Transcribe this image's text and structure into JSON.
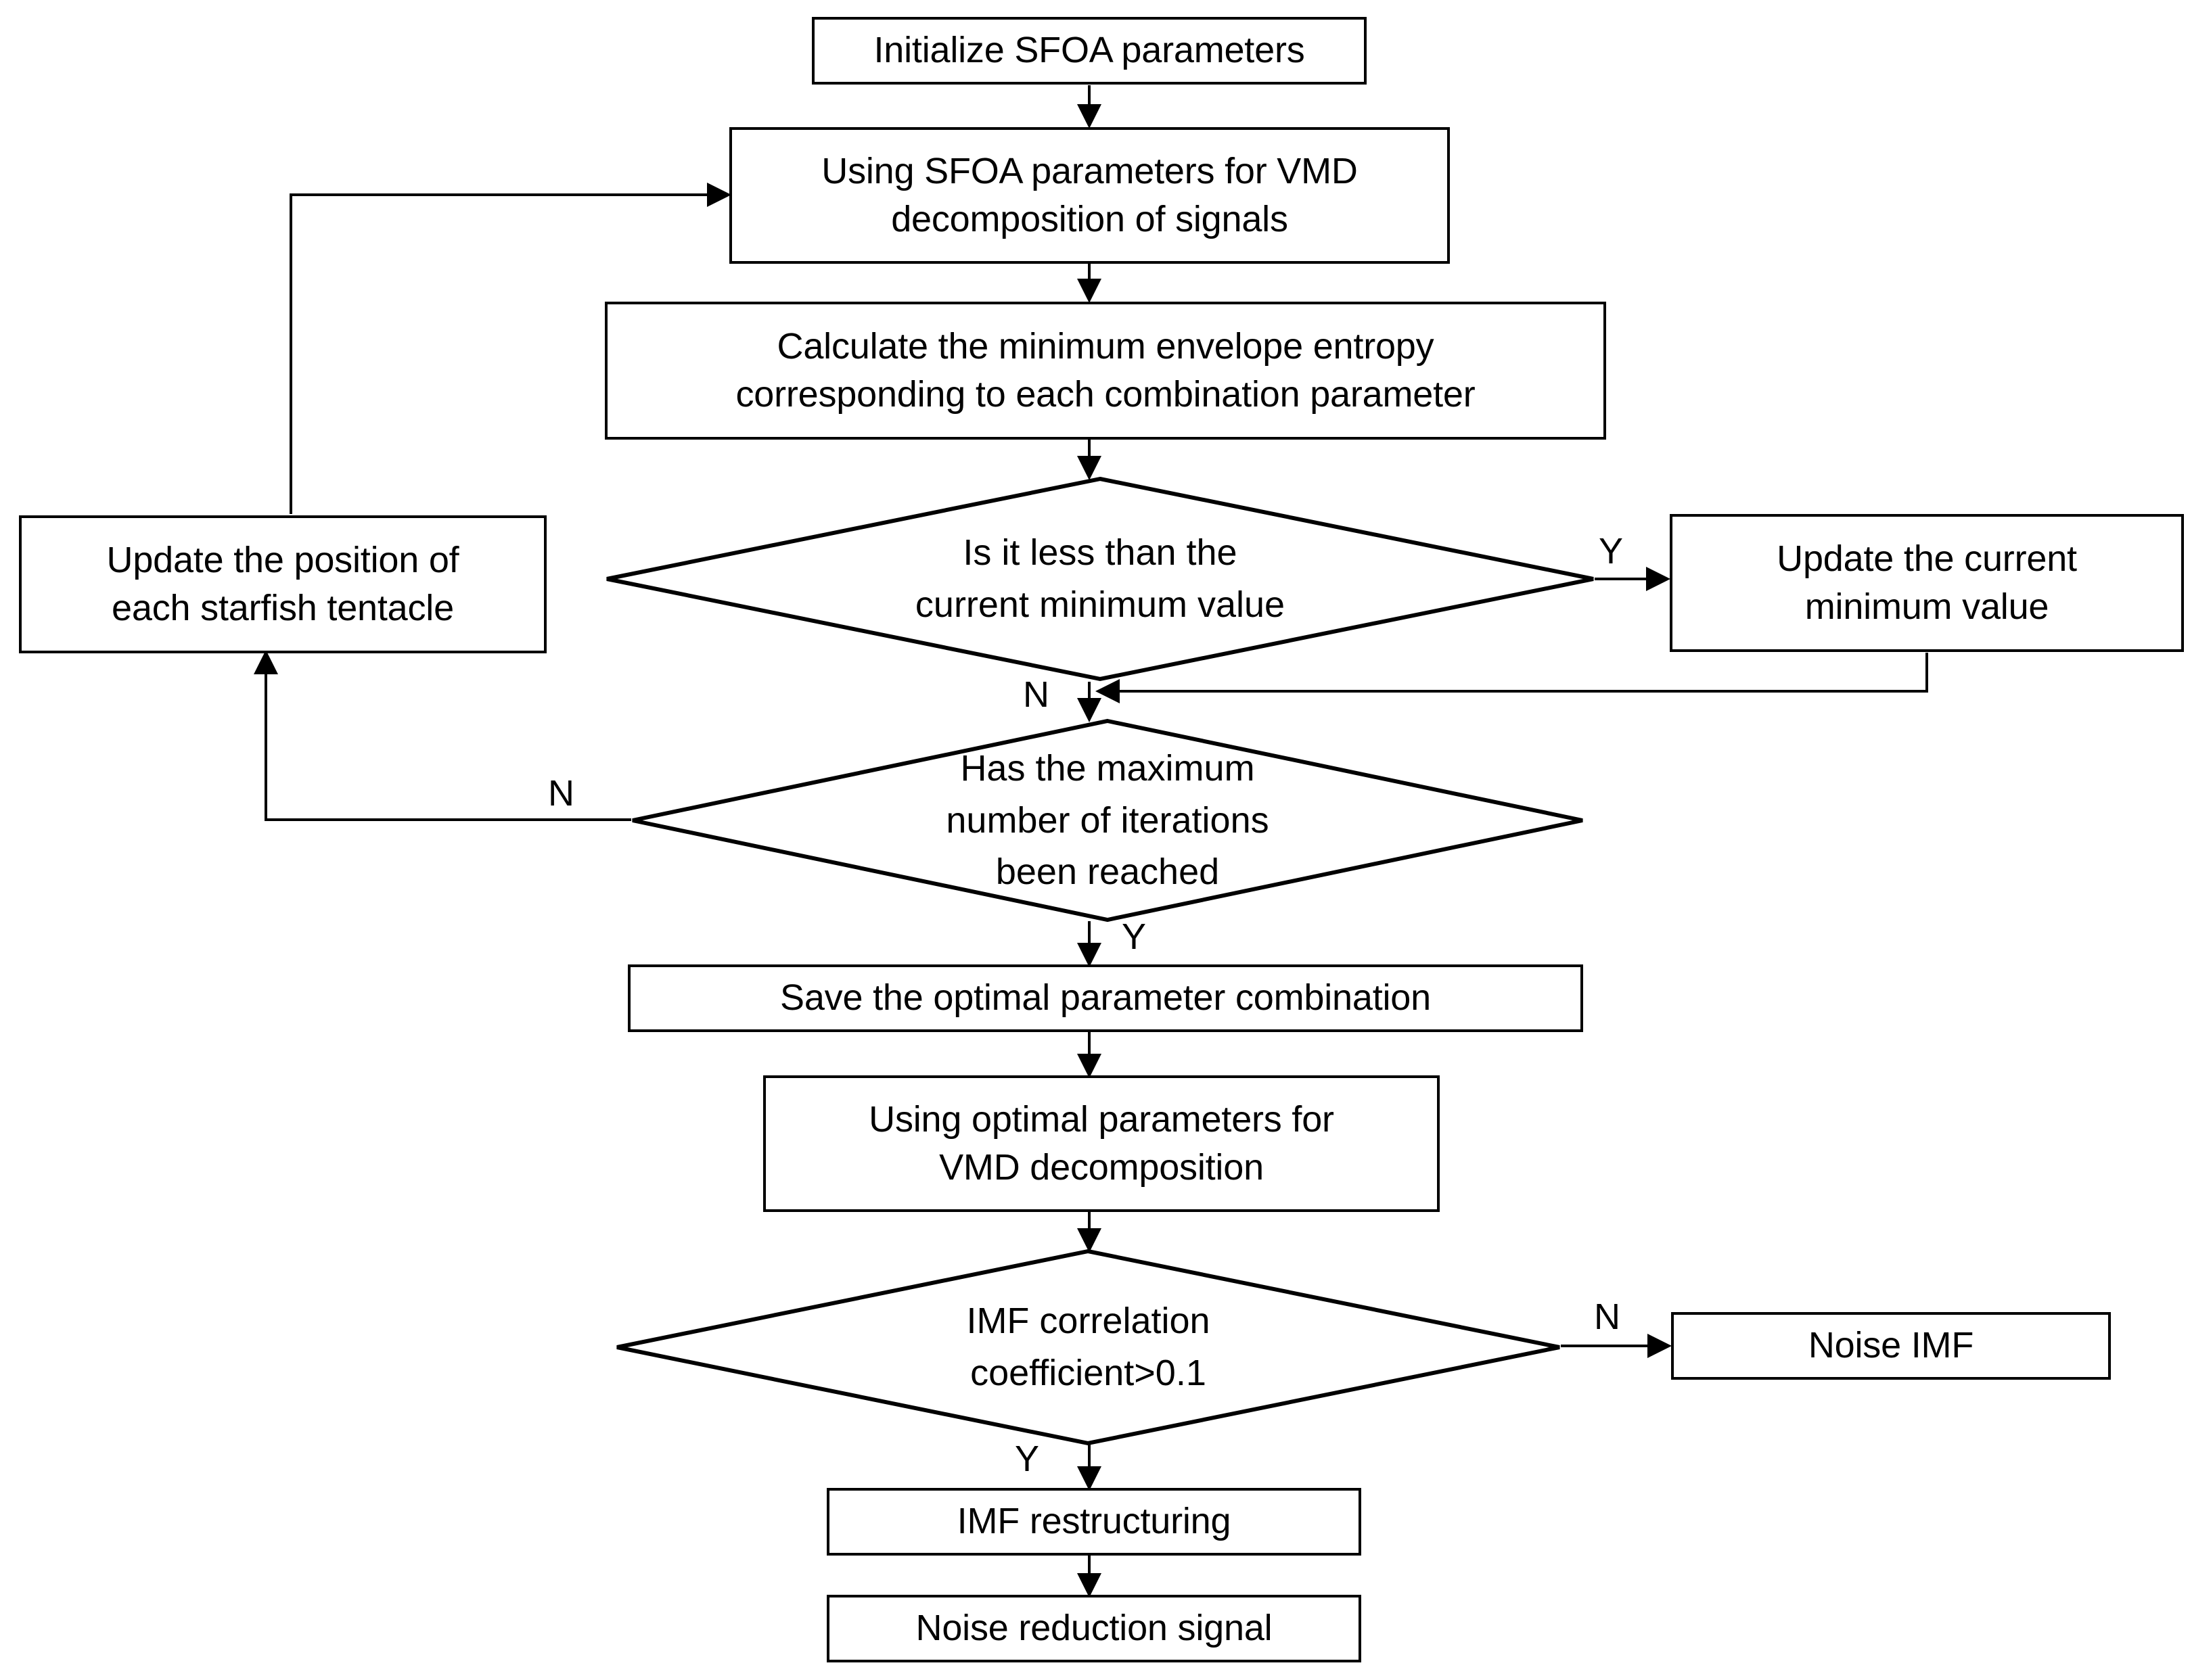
{
  "diagram": {
    "type": "flowchart",
    "title": "SFOA-optimized VMD signal denoising flowchart",
    "stroke_color": "#000000",
    "fill_color": "#ffffff",
    "background": "#ffffff"
  },
  "nodes": {
    "init_sfoa": {
      "label": "Initialize SFOA parameters",
      "shape": "rectangle"
    },
    "vmd_decomp": {
      "label": "Using SFOA parameters for VMD\ndecomposition of signals",
      "shape": "rectangle"
    },
    "calc_entropy": {
      "label": "Calculate the minimum envelope entropy\ncorresponding to each combination parameter",
      "shape": "rectangle"
    },
    "less_than_min": {
      "label": "Is it less than the\ncurrent minimum value",
      "shape": "diamond"
    },
    "update_current_min": {
      "label": "Update the current\nminimum value",
      "shape": "rectangle"
    },
    "update_position": {
      "label": "Update the position of\neach starfish tentacle",
      "shape": "rectangle"
    },
    "max_iterations": {
      "label": "Has the maximum\nnumber of iterations\nbeen reached",
      "shape": "diamond"
    },
    "save_optimal": {
      "label": "Save the optimal parameter combination",
      "shape": "rectangle"
    },
    "optimal_vmd": {
      "label": "Using optimal parameters for\nVMD decomposition",
      "shape": "rectangle"
    },
    "imf_corr": {
      "label": "IMF correlation\ncoefficient>0.1",
      "shape": "diamond"
    },
    "noise_imf": {
      "label": "Noise IMF",
      "shape": "rectangle"
    },
    "imf_restructuring": {
      "label": "IMF restructuring",
      "shape": "rectangle"
    },
    "noise_reduction": {
      "label": "Noise reduction signal",
      "shape": "rectangle"
    }
  },
  "edge_labels": {
    "less_than_min_yes": "Y",
    "less_than_min_no": "N",
    "max_iterations_no": "N",
    "max_iterations_yes": "Y",
    "imf_corr_no": "N",
    "imf_corr_yes": "Y"
  },
  "edges": [
    {
      "from": "init_sfoa",
      "to": "vmd_decomp",
      "label": ""
    },
    {
      "from": "vmd_decomp",
      "to": "calc_entropy",
      "label": ""
    },
    {
      "from": "calc_entropy",
      "to": "less_than_min",
      "label": ""
    },
    {
      "from": "less_than_min",
      "to": "update_current_min",
      "label": "Y"
    },
    {
      "from": "less_than_min",
      "to": "max_iterations",
      "label": "N"
    },
    {
      "from": "update_current_min",
      "to": "max_iterations",
      "label": ""
    },
    {
      "from": "max_iterations",
      "to": "update_position",
      "label": "N"
    },
    {
      "from": "update_position",
      "to": "vmd_decomp",
      "label": ""
    },
    {
      "from": "max_iterations",
      "to": "save_optimal",
      "label": "Y"
    },
    {
      "from": "save_optimal",
      "to": "optimal_vmd",
      "label": ""
    },
    {
      "from": "optimal_vmd",
      "to": "imf_corr",
      "label": ""
    },
    {
      "from": "imf_corr",
      "to": "noise_imf",
      "label": "N"
    },
    {
      "from": "imf_corr",
      "to": "imf_restructuring",
      "label": "Y"
    },
    {
      "from": "imf_restructuring",
      "to": "noise_reduction",
      "label": ""
    }
  ]
}
